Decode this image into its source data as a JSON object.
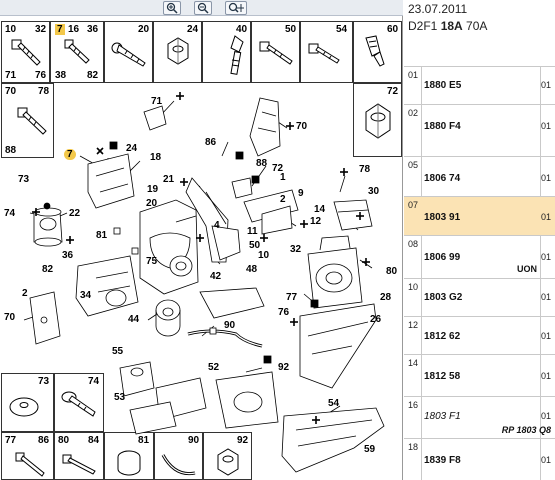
{
  "toolbar": {
    "buttons": [
      {
        "name": "zoom-in-button",
        "icon": "zoom-in-icon"
      },
      {
        "name": "zoom-out-button",
        "icon": "zoom-out-icon"
      },
      {
        "name": "zoom-pan-button",
        "icon": "zoom-pan-icon"
      }
    ]
  },
  "header": {
    "date": "23.07.2011",
    "model_prefix": "D2F1 ",
    "model_bold": "18A",
    "model_suffix": " 70A"
  },
  "thumbs_top": [
    {
      "labels": [
        "10",
        "32",
        "71",
        "76"
      ]
    },
    {
      "labels": [
        "7",
        "16",
        "36",
        "38",
        "82"
      ]
    },
    {
      "labels": [
        "20"
      ]
    },
    {
      "labels": [
        "24"
      ]
    },
    {
      "labels": [
        "40"
      ]
    },
    {
      "labels": [
        "50"
      ]
    },
    {
      "labels": [
        "54"
      ]
    },
    {
      "labels": [
        "60"
      ]
    }
  ],
  "thumbs_left": [
    {
      "labels": [
        "70",
        "78",
        "88"
      ]
    }
  ],
  "thumbs_right": [
    {
      "labels": [
        "72"
      ]
    }
  ],
  "thumbs_bottom": [
    {
      "labels": [
        "73"
      ]
    },
    {
      "labels": [
        "74"
      ]
    },
    {
      "labels": [
        "77",
        "86"
      ]
    },
    {
      "labels": [
        "80",
        "84"
      ]
    },
    {
      "labels": [
        "81"
      ]
    },
    {
      "labels": [
        "90"
      ]
    },
    {
      "labels": [
        "92"
      ]
    }
  ],
  "callouts": {
    "c71": "71",
    "c70": "70",
    "c86": "86",
    "c7": "7",
    "c24": "24",
    "c18": "18",
    "c88": "88",
    "c72": "72",
    "c73": "73",
    "c21": "21",
    "c1": "1",
    "c9": "9",
    "c2": "2",
    "c78": "78",
    "c30": "30",
    "c74": "74",
    "c22": "22",
    "c19": "19",
    "c20": "20",
    "c14": "14",
    "c4": "4",
    "c12": "12",
    "c11": "11",
    "c50": "50",
    "c10": "10",
    "c32": "32",
    "c75": "75",
    "c81": "81",
    "c36": "36",
    "c82": "82",
    "c80": "80",
    "c28": "28",
    "c34": "34",
    "c42": "42",
    "c48": "48",
    "c77": "77",
    "c76": "76",
    "c26": "26",
    "c44": "44",
    "c90": "90",
    "c55": "55",
    "c52": "52",
    "c92": "92",
    "c53": "53",
    "c54": "54",
    "c59": "59",
    "c70b": "70",
    "c2b": "2"
  },
  "parts": [
    {
      "pos": "01",
      "number": "1880 E5",
      "qty": "01",
      "note": "",
      "italic": false,
      "selected": false
    },
    {
      "pos": "02",
      "number": "1880 F4",
      "qty": "01",
      "note": "",
      "italic": false,
      "selected": false
    },
    {
      "pos": "05",
      "number": "1806 74",
      "qty": "01",
      "note": "",
      "italic": false,
      "selected": false
    },
    {
      "pos": "07",
      "number": "1803 91",
      "qty": "01",
      "note": "",
      "italic": false,
      "selected": true
    },
    {
      "pos": "08",
      "number": "1806 99",
      "qty": "01",
      "note": "UON",
      "italic": false,
      "selected": false
    },
    {
      "pos": "10",
      "number": "1803 G2",
      "qty": "01",
      "note": "",
      "italic": false,
      "selected": false
    },
    {
      "pos": "12",
      "number": "1812 62",
      "qty": "01",
      "note": "",
      "italic": false,
      "selected": false
    },
    {
      "pos": "14",
      "number": "1812 58",
      "qty": "01",
      "note": "",
      "italic": false,
      "selected": false
    },
    {
      "pos": "16",
      "number": "1803 F1",
      "qty": "01",
      "note": "RP 1803 Q8",
      "italic": true,
      "selected": false
    },
    {
      "pos": "18",
      "number": "1839 F8",
      "qty": "01",
      "note": "",
      "italic": false,
      "selected": false
    }
  ],
  "colors": {
    "highlight": "#f3c84a",
    "selected_row": "#fbe3b4",
    "toolbar_bg": "#e8ecf1"
  }
}
